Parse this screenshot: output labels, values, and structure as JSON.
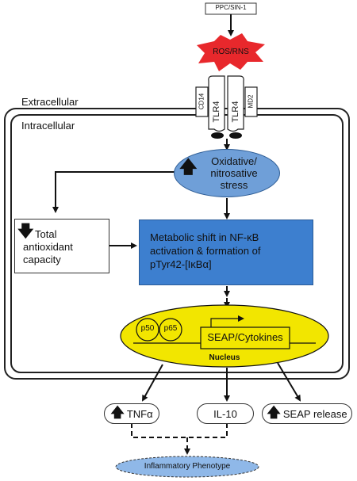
{
  "trigger": "PPC/SIN-1",
  "ros_label": "ROS/RNS",
  "receptors": {
    "cd14": "CD14",
    "tlr4_left": "TLR4",
    "tlr4_right": "TLR4",
    "md2": "MD2"
  },
  "regions": {
    "extracellular": "Extracellular",
    "intracellular": "Intracellular"
  },
  "stress": {
    "line1": "Oxidative/",
    "line2": "nitrosative",
    "line3": "stress"
  },
  "antioxidant": {
    "line1": "Total",
    "line2": "antioxidant",
    "line3": "capacity"
  },
  "metabolic": {
    "line1": "Metabolic shift in NF-κB",
    "line2": "activation & formation of",
    "line3": "pTyr42-[IκBα]"
  },
  "nucleus": {
    "p50": "p50",
    "p65": "p65",
    "gene": "SEAP/Cytokines",
    "label": "Nucleus"
  },
  "outputs": {
    "tnf": "TNFα",
    "il10": "IL-10",
    "seap": "SEAP release"
  },
  "phenotype": "Inflammatory Phenotype",
  "colors": {
    "star": "#e8282c",
    "stress_fill": "#6f9fd8",
    "metabolic_fill": "#3d7fcf",
    "nucleus_fill": "#f2e600",
    "phenotype_fill": "#8fb8e8"
  }
}
